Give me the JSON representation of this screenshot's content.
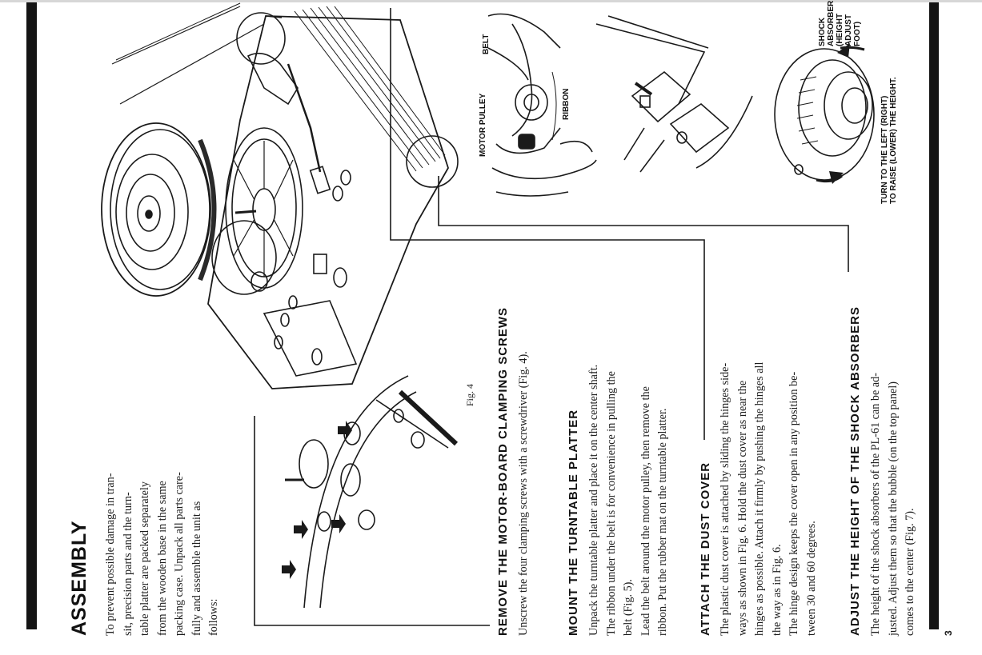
{
  "assembly": {
    "title": "ASSEMBLY",
    "intro_lines": [
      "To prevent possible damage in tran-",
      "sit, precision parts and the turn-",
      "table platter are packed separately",
      "from the wooden base in the same",
      "packing case. Unpack all parts care-",
      "fully and assemble the unit as",
      "follows:"
    ]
  },
  "sections": {
    "remove": {
      "heading": "REMOVE THE MOTOR-BOARD CLAMPING SCREWS",
      "lines": [
        "Unscrew the four clamping screws with a screwdriver (Fig. 4)."
      ]
    },
    "mount": {
      "heading": "MOUNT THE TURNTABLE PLATTER",
      "lines": [
        "Unpack the turntable platter and place it on the center shaft.",
        "The ribbon under the belt is for convenience in pulling the",
        "belt (Fig. 5).",
        "Lead the belt around the motor pulley, then remove the",
        "ribbon. Put the rubber mat on the turntable platter."
      ]
    },
    "dust": {
      "heading": "ATTACH THE DUST COVER",
      "lines": [
        "The plastic dust cover is attached by sliding the hinges side-",
        "ways as shown in Fig. 6. Hold the dust cover as near the",
        "hinges as possible. Attach it firmly by pushing the hinges all",
        "the way as in Fig. 6.",
        "The hinge design keeps the cover open in any position be-",
        "tween 30 and 60 degrees."
      ]
    },
    "adjust": {
      "heading": "ADJUST THE HEIGHT OF THE SHOCK ABSORBERS",
      "lines": [
        "The height of the shock absorbers of the PL-61 can be ad-",
        "justed. Adjust them so that the bubble (on the top panel)",
        "comes to the center (Fig. 7)."
      ]
    }
  },
  "figures": {
    "fig4_caption": "Fig. 4",
    "belt_label": "BELT",
    "motor_pulley_label": "MOTOR PULLEY",
    "ribbon_label": "RIBBON",
    "shock_label_lines": [
      "SHOCK",
      "ABSORBER",
      "(HEIGHT",
      "ADJUST",
      "FOOT)"
    ],
    "turn_lines": [
      "TURN TO THE LEFT (RIGHT)",
      "TO RAISE (LOWER) THE HEIGHT."
    ]
  },
  "page_number": "3",
  "colors": {
    "ink": "#1a1a1a",
    "bar": "#141414"
  }
}
